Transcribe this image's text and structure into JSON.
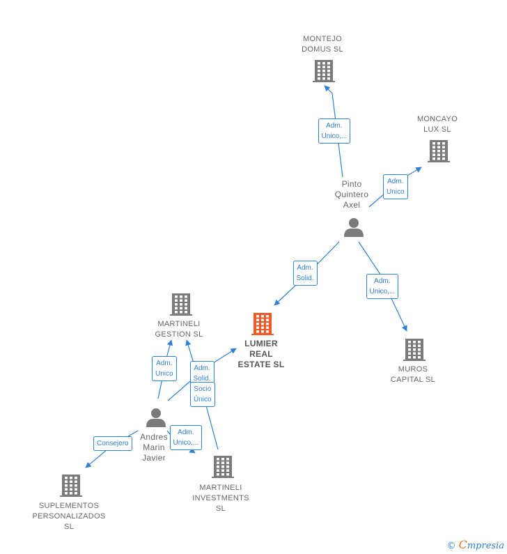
{
  "colors": {
    "building": "#7a7a7a",
    "main_building": "#f05a28",
    "person": "#7a7a7a",
    "edge": "#2f7fd3"
  },
  "nodes": {
    "montejo": {
      "lines": [
        "MONTEJO",
        "DOMUS  SL"
      ],
      "icon": "building-icon"
    },
    "moncayo": {
      "lines": [
        "MONCAYO",
        "LUX  SL"
      ],
      "icon": "building-icon"
    },
    "pinto": {
      "lines": [
        "Pinto",
        "Quintero",
        "Axel"
      ],
      "icon": "person-icon"
    },
    "lumier": {
      "lines": [
        "LUMIER",
        "REAL",
        "ESTATE  SL"
      ],
      "icon": "building-icon"
    },
    "martineli_gestion": {
      "lines": [
        "MARTINELI",
        "GESTION  SL"
      ],
      "icon": "building-icon"
    },
    "muros": {
      "lines": [
        "MUROS",
        "CAPITAL  SL"
      ],
      "icon": "building-icon"
    },
    "andres": {
      "lines": [
        "Andres",
        "Marin",
        "Javier"
      ],
      "icon": "person-icon"
    },
    "martineli_investments": {
      "lines": [
        "MARTINELI",
        "INVESTMENTS",
        "SL"
      ],
      "icon": "building-icon"
    },
    "suplementos": {
      "lines": [
        "SUPLEMENTOS",
        "PERSONALIZADOS",
        "SL"
      ],
      "icon": "building-icon"
    }
  },
  "edges": [
    {
      "from": "pinto",
      "to": "montejo",
      "lines": [
        "Adm.",
        "Unico,..."
      ]
    },
    {
      "from": "pinto",
      "to": "moncayo",
      "lines": [
        "Adm.",
        "Unico"
      ]
    },
    {
      "from": "pinto",
      "to": "lumier",
      "lines": [
        "Adm.",
        "Solid."
      ]
    },
    {
      "from": "pinto",
      "to": "muros",
      "lines": [
        "Adm.",
        "Unico,..."
      ]
    },
    {
      "from": "andres",
      "to": "martineli_gestion",
      "lines": [
        "Adm.",
        "Unico"
      ]
    },
    {
      "from": "andres",
      "to": "lumier",
      "lines": [
        "Adm.",
        "Solid."
      ]
    },
    {
      "from": "martineli_investments",
      "to": "martineli_gestion",
      "lines": [
        "Socio",
        "Único"
      ]
    },
    {
      "from": "andres",
      "to": "martineli_investments",
      "lines": [
        "Adm.",
        "Unico,..."
      ]
    },
    {
      "from": "andres",
      "to": "suplementos",
      "lines": [
        "Consejero"
      ]
    }
  ],
  "footer": {
    "copyright": "©",
    "brand_initial": "C",
    "brand_rest": "mpresia"
  }
}
